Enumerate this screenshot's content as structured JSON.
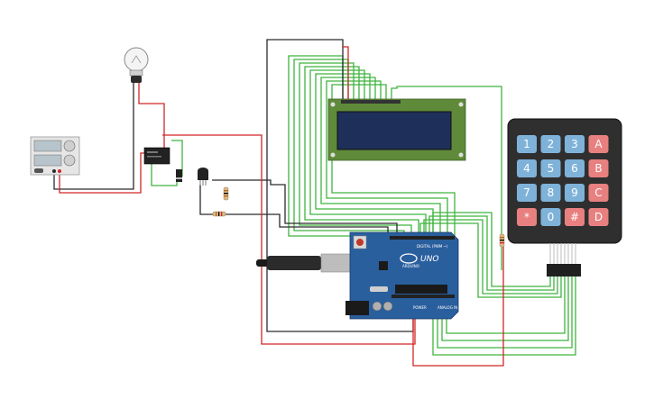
{
  "arduino": {
    "model": "UNO",
    "brand": "ARDUINO",
    "digital_label": "DIGITAL (PWM ~)",
    "power_label": "POWER",
    "analog_label": "ANALOG IN"
  },
  "keypad": {
    "rows": [
      [
        {
          "label": "1",
          "kind": "num"
        },
        {
          "label": "2",
          "kind": "num"
        },
        {
          "label": "3",
          "kind": "num"
        },
        {
          "label": "A",
          "kind": "letter"
        }
      ],
      [
        {
          "label": "4",
          "kind": "num"
        },
        {
          "label": "5",
          "kind": "num"
        },
        {
          "label": "6",
          "kind": "num"
        },
        {
          "label": "B",
          "kind": "letter"
        }
      ],
      [
        {
          "label": "7",
          "kind": "num"
        },
        {
          "label": "8",
          "kind": "num"
        },
        {
          "label": "9",
          "kind": "num"
        },
        {
          "label": "C",
          "kind": "letter"
        }
      ],
      [
        {
          "label": "*",
          "kind": "letter"
        },
        {
          "label": "0",
          "kind": "num"
        },
        {
          "label": "#",
          "kind": "letter"
        },
        {
          "label": "D",
          "kind": "letter"
        }
      ]
    ]
  },
  "colors": {
    "wire_red": "#d32626",
    "wire_black": "#2b2b2b",
    "wire_green": "#3fb43f",
    "board_blue": "#2a5f9e",
    "lcd_green": "#5f8a3a",
    "lcd_screen": "#1e2f59",
    "keypad_body": "#2f2f2f",
    "key_blue": "#7fb2d9",
    "key_red": "#e88080"
  }
}
